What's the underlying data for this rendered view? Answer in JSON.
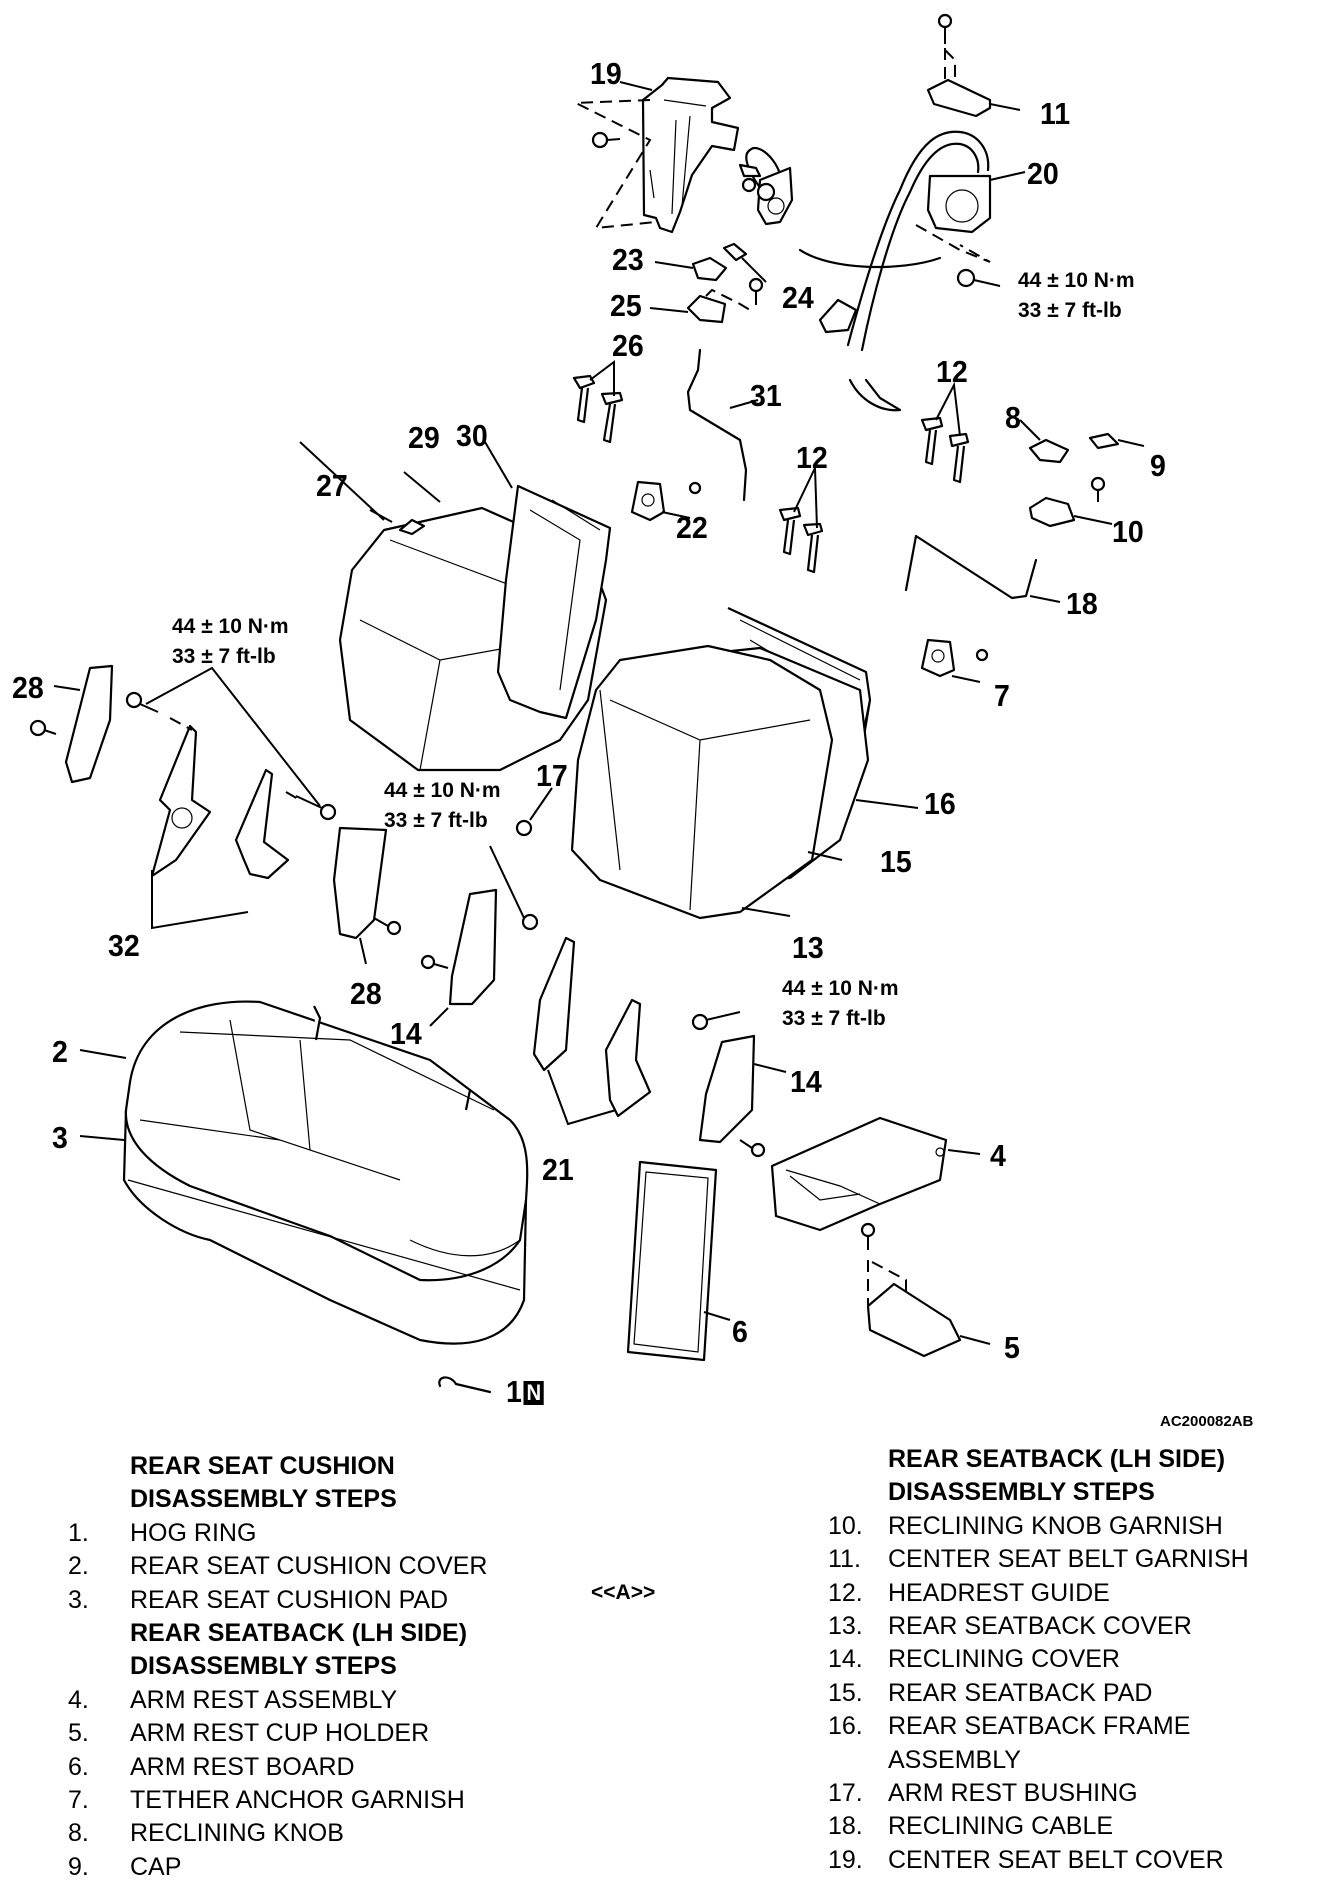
{
  "diagram": {
    "image_code": "AC200082AB",
    "callouts": {
      "c1": "1",
      "c1_badge": "N",
      "c2": "2",
      "c3": "3",
      "c4": "4",
      "c5": "5",
      "c6": "6",
      "c7": "7",
      "c8": "8",
      "c9": "9",
      "c10": "10",
      "c11": "11",
      "c12a": "12",
      "c12b": "12",
      "c12c": "12",
      "c13": "13",
      "c14a": "14",
      "c14b": "14",
      "c15": "15",
      "c16": "16",
      "c17": "17",
      "c18": "18",
      "c19": "19",
      "c20": "20",
      "c21": "21",
      "c22": "22",
      "c23": "23",
      "c24": "24",
      "c25": "25",
      "c26": "26",
      "c27": "27",
      "c28a": "28",
      "c28b": "28",
      "c29": "29",
      "c30": "30",
      "c31": "31",
      "c32": "32"
    },
    "torque_specs": [
      {
        "metric": "44 ± 10 N·m",
        "imperial": "33 ± 7 ft-lb"
      },
      {
        "metric": "44 ± 10 N·m",
        "imperial": "33 ± 7 ft-lb"
      },
      {
        "metric": "44 ± 10 N·m",
        "imperial": "33 ± 7 ft-lb"
      },
      {
        "metric": "44 ± 10 N·m",
        "imperial": "33 ± 7 ft-lb"
      }
    ]
  },
  "legend": {
    "marker": "<<A>>",
    "left": [
      {
        "type": "heading",
        "text": "REAR SEAT CUSHION"
      },
      {
        "type": "heading",
        "text": "DISASSEMBLY STEPS"
      },
      {
        "type": "item",
        "num": "1.",
        "text": "HOG RING"
      },
      {
        "type": "item",
        "num": "2.",
        "text": "REAR SEAT CUSHION COVER"
      },
      {
        "type": "item",
        "num": "3.",
        "text": "REAR SEAT CUSHION PAD"
      },
      {
        "type": "heading",
        "text": "REAR SEATBACK (LH SIDE)"
      },
      {
        "type": "heading",
        "text": "DISASSEMBLY STEPS"
      },
      {
        "type": "item",
        "num": "4.",
        "text": "ARM REST ASSEMBLY"
      },
      {
        "type": "item",
        "num": "5.",
        "text": "ARM REST CUP HOLDER"
      },
      {
        "type": "item",
        "num": "6.",
        "text": "ARM REST BOARD"
      },
      {
        "type": "item",
        "num": "7.",
        "text": "TETHER ANCHOR GARNISH"
      },
      {
        "type": "item",
        "num": "8.",
        "text": "RECLINING KNOB"
      },
      {
        "type": "item",
        "num": "9.",
        "text": "CAP"
      }
    ],
    "right": [
      {
        "type": "heading",
        "text": "REAR SEATBACK (LH SIDE)"
      },
      {
        "type": "heading",
        "text": "DISASSEMBLY STEPS"
      },
      {
        "type": "item",
        "num": "10.",
        "text": "RECLINING KNOB GARNISH"
      },
      {
        "type": "item",
        "num": "11.",
        "text": "CENTER SEAT BELT GARNISH"
      },
      {
        "type": "item",
        "num": "12.",
        "text": "HEADREST GUIDE"
      },
      {
        "type": "item",
        "num": "13.",
        "text": "REAR SEATBACK COVER"
      },
      {
        "type": "item",
        "num": "14.",
        "text": "RECLINING COVER"
      },
      {
        "type": "item",
        "num": "15.",
        "text": "REAR SEATBACK PAD"
      },
      {
        "type": "item",
        "num": "16.",
        "text": "REAR SEATBACK FRAME"
      },
      {
        "type": "cont",
        "text": "ASSEMBLY"
      },
      {
        "type": "item",
        "num": "17.",
        "text": "ARM REST BUSHING"
      },
      {
        "type": "item",
        "num": "18.",
        "text": "RECLINING CABLE"
      },
      {
        "type": "item",
        "num": "19.",
        "text": "CENTER SEAT BELT COVER"
      }
    ]
  }
}
